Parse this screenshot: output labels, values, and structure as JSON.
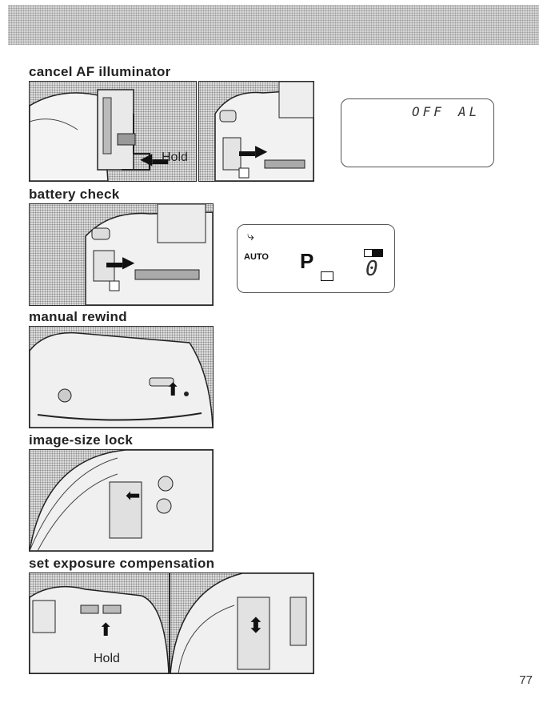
{
  "sections": {
    "cancel_af": {
      "heading": "cancel AF illuminator",
      "callout": "Hold"
    },
    "battery": {
      "heading": "battery check"
    },
    "rewind": {
      "heading": "manual rewind"
    },
    "image_size": {
      "heading": "image-size lock"
    },
    "exposure": {
      "heading": "set exposure compensation",
      "callout": "Hold"
    }
  },
  "lcd_af": {
    "text_left": "OFF",
    "text_right": "AL"
  },
  "lcd_battery": {
    "mode": "AUTO",
    "program": "P",
    "counter": "0"
  },
  "page_number": "77"
}
